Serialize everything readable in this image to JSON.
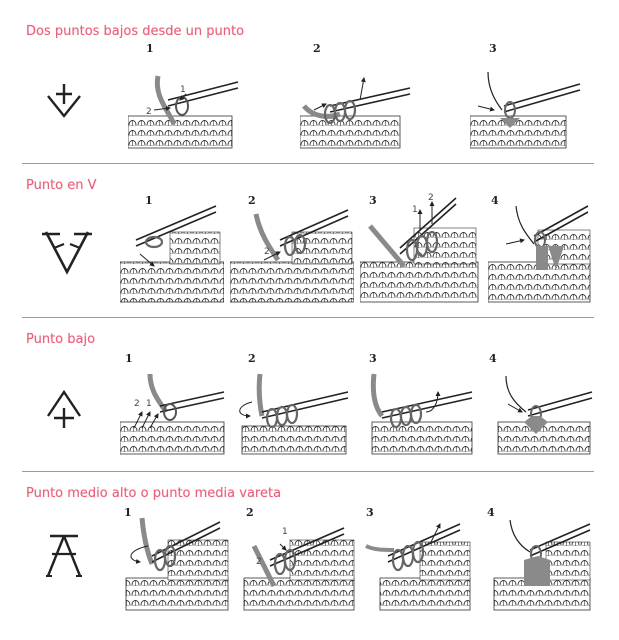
{
  "colors": {
    "title": "#e8607a",
    "ink": "#222222",
    "yarn": "#8a8a8a",
    "divider": "#9a9a9a"
  },
  "sections": [
    {
      "title": "Dos puntos bajos desde un punto",
      "symbol_icon": "two-single-crochet-increase-symbol",
      "steps": [
        "1",
        "2",
        "3"
      ]
    },
    {
      "title": "Punto en V",
      "symbol_icon": "v-stitch-symbol",
      "steps": [
        "1",
        "2",
        "3",
        "4"
      ]
    },
    {
      "title": "Punto bajo",
      "symbol_icon": "single-crochet-symbol",
      "steps": [
        "1",
        "2",
        "3",
        "4"
      ]
    },
    {
      "title": "Punto medio alto o punto media vareta",
      "symbol_icon": "half-double-crochet-symbol",
      "steps": [
        "1",
        "2",
        "3",
        "4"
      ]
    }
  ],
  "annotations": {
    "s1_step1_a": "1",
    "s1_step1_b": "2",
    "s2_step2_a": "2",
    "s2_step3_a": "1",
    "s2_step3_b": "2",
    "s3_step1_a": "2",
    "s3_step1_b": "1",
    "s4_step2_a": "1",
    "s4_step2_b": "2"
  }
}
